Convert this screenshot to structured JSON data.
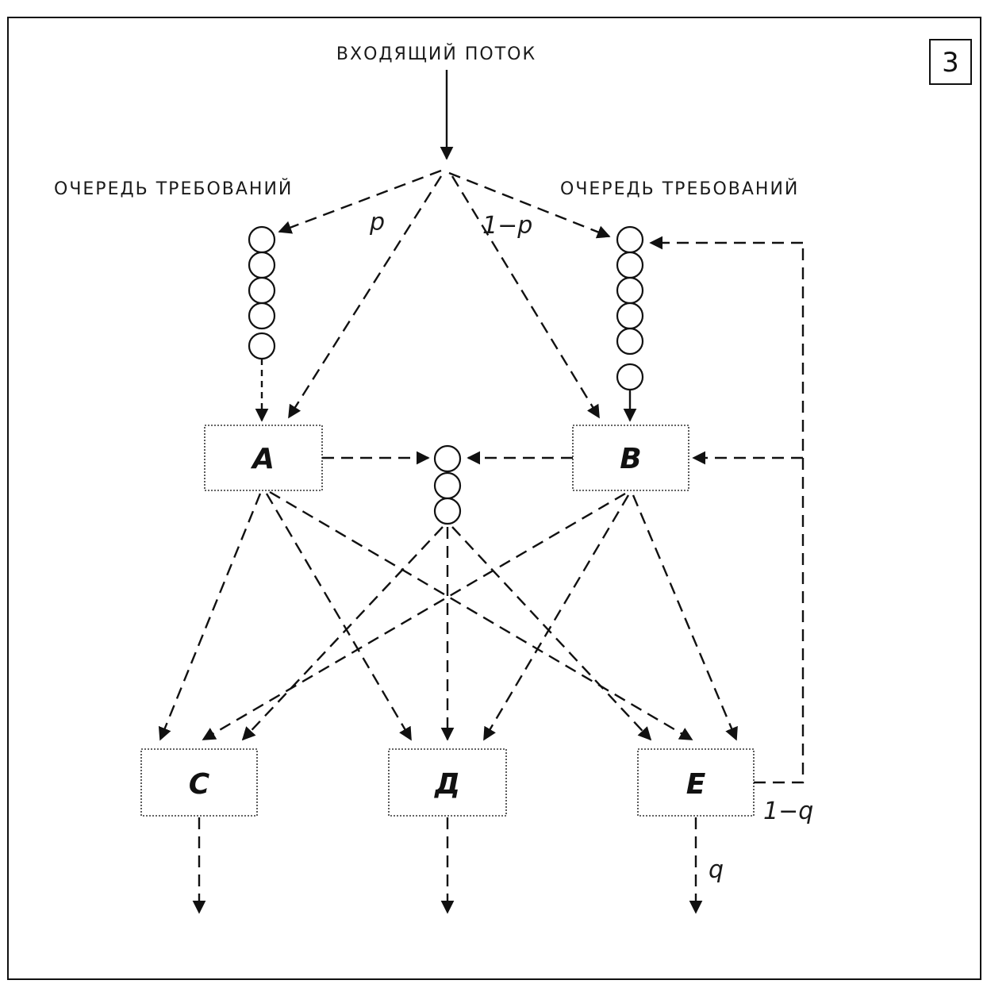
{
  "figure_number": "3",
  "labels": {
    "incoming_flow": "ВХОДЯЩИЙ ПОТОК",
    "queue_left": "ОЧЕРЕДЬ ТРЕБОВАНИЙ",
    "queue_right": "ОЧЕРЕДЬ ТРЕБОВАНИЙ"
  },
  "probabilities": {
    "left_branch": "p",
    "right_branch": "1−p",
    "feedback": "1−q",
    "exit": "q"
  },
  "nodes": {
    "a": "A",
    "b": "B",
    "c": "C",
    "d": "Д",
    "e": "E"
  }
}
